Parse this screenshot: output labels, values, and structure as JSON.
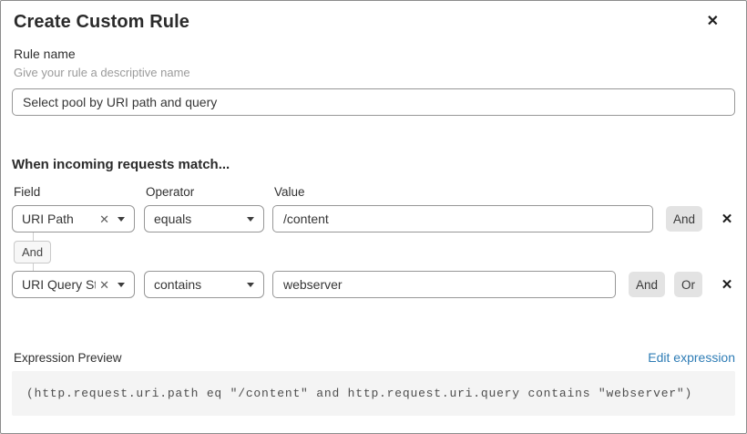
{
  "dialog": {
    "title": "Create Custom Rule"
  },
  "icons": {
    "close": "✕",
    "clear": "✕",
    "remove": "✕"
  },
  "rule_name": {
    "label": "Rule name",
    "helper": "Give your rule a descriptive name",
    "value": "Select pool by URI path and query"
  },
  "matcher": {
    "heading": "When incoming requests match...",
    "columns": {
      "field": "Field",
      "operator": "Operator",
      "value": "Value"
    },
    "connector": "And",
    "rows": [
      {
        "field": "URI Path",
        "operator": "equals",
        "value": "/content",
        "buttons": {
          "and": "And"
        }
      },
      {
        "field": "URI Query St...",
        "operator": "contains",
        "value": "webserver",
        "buttons": {
          "and": "And",
          "or": "Or"
        }
      }
    ]
  },
  "expression": {
    "label": "Expression Preview",
    "edit_link": "Edit expression",
    "code": "(http.request.uri.path eq \"/content\" and http.request.uri.query contains \"webserver\")"
  },
  "colors": {
    "link_blue": "#2e7cb5",
    "input_border": "#979797",
    "button_gray": "#e3e3e3",
    "code_background": "#f4f4f4"
  }
}
